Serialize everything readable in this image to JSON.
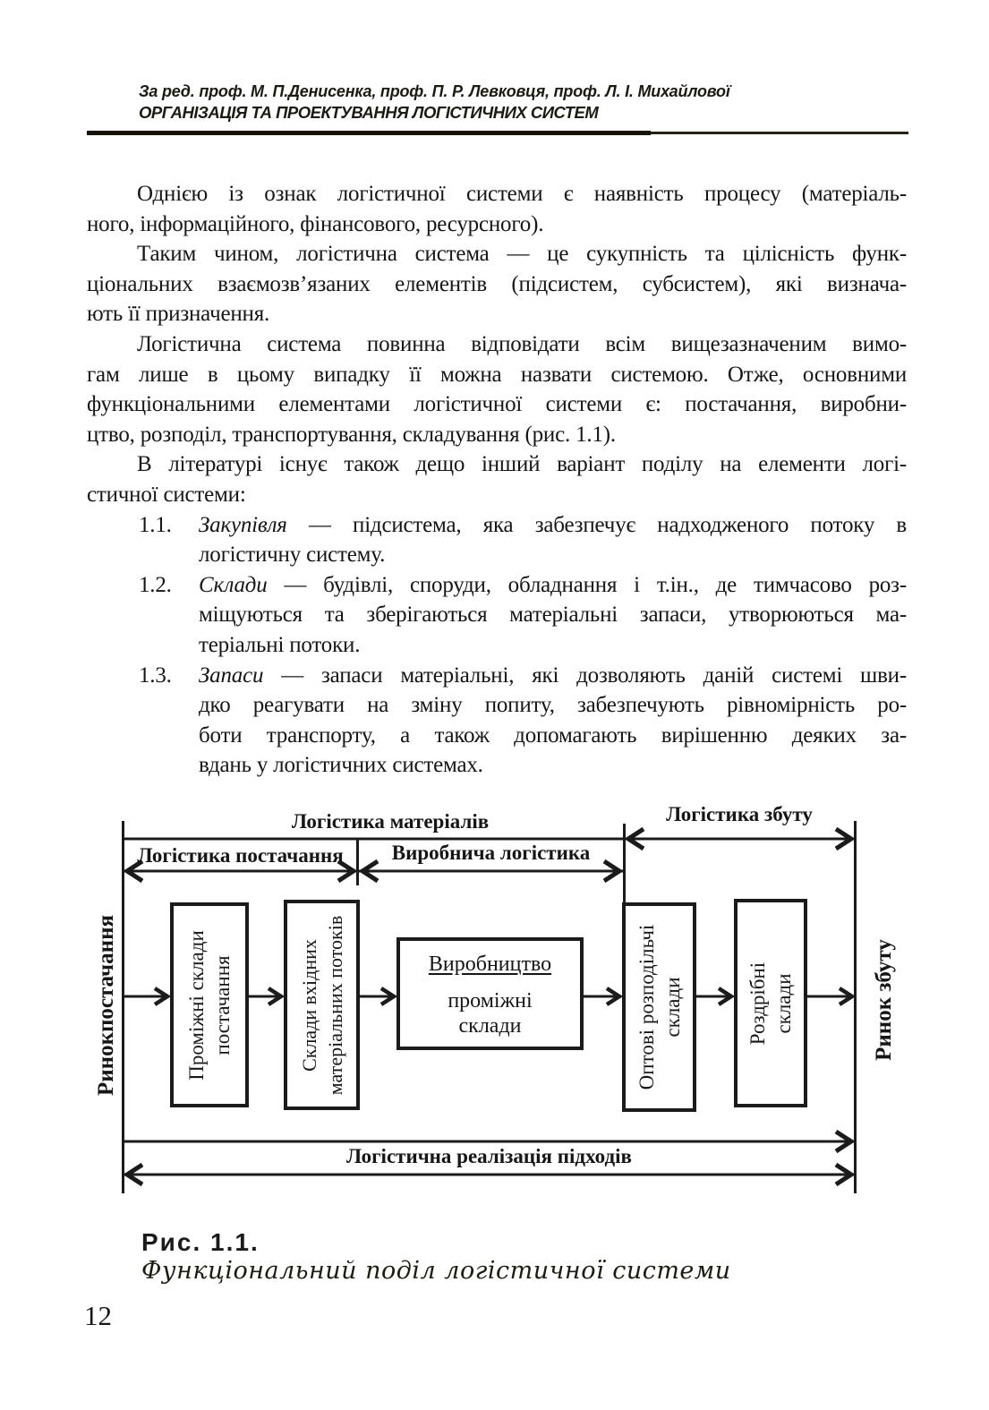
{
  "header": {
    "editors": "За ред. проф. М. П.Денисенка, проф. П. Р. Левковця, проф. Л. І. Михайлової",
    "book_title": "ОРГАНІЗАЦІЯ ТА ПРОЕКТУВАННЯ ЛОГІСТИЧНИХ СИСТЕМ"
  },
  "body": {
    "paragraphs": [
      {
        "indent": true,
        "lines": [
          "Однією із ознак логістичної системи є наявність процесу (матеріаль-",
          "ного, інформаційного, фінансового, ресурсного)."
        ]
      },
      {
        "indent": true,
        "lines": [
          "Таким чином, логістична система — це сукупність та цілісність функ-",
          "ціональних взаємозв’язаних елементів (підсистем, субсистем), які визнача-",
          "ють її призначення."
        ]
      },
      {
        "indent": true,
        "lines": [
          "Логістична система повинна відповідати всім вищезазначеним вимо-",
          "гам лише в цьому випадку її можна назвати системою. Отже, основними",
          "функціональними елементами логістичної системи є: постачання, виробни-",
          "цтво, розподіл, транспортування, складування (рис. 1.1)."
        ]
      },
      {
        "indent": true,
        "lines": [
          "В літературі існує також дещо інший варіант поділу на елементи логі-",
          "стичної системи:"
        ]
      }
    ],
    "list_items": [
      {
        "number": "1.1.",
        "term": "Закупівля",
        "first_line_rest": " — підсистема, яка забезпечує надходженого потоку в",
        "lines": [
          "логістичну систему."
        ]
      },
      {
        "number": "1.2.",
        "term": "Склади",
        "first_line_rest": " — будівлі, споруди, обладнання і т.ін., де тимчасово роз-",
        "lines": [
          "міщуються та зберігаються матеріальні запаси, утворюються ма-",
          "теріальні потоки."
        ]
      },
      {
        "number": "1.3.",
        "term": "Запаси",
        "first_line_rest": " — запаси матеріальні, які дозволяють даній системі шви-",
        "lines": [
          "дко реагувати на зміну попиту, забезпечують рівномірність ро-",
          "боти транспорту, а також допомагають вирішенню деяких за-",
          "вдань у логістичних системах."
        ]
      }
    ]
  },
  "diagram": {
    "span_labels": {
      "materials": "Логістика матеріалів",
      "sales": "Логістика збуту",
      "supply": "Логістика постачання",
      "production": "Виробнича логістика",
      "bottom": "Логістична реалізація підходів"
    },
    "axes": {
      "left": "Ринокпостачання",
      "right": "Ринок збуту"
    },
    "boxes": {
      "supply_warehouses": {
        "line1": "Проміжні склади",
        "line2": "постачання"
      },
      "input_flow_warehouses": {
        "line1": "Склади вхідних",
        "line2": "матеріальних потоків"
      },
      "production": {
        "title": "Виробництво",
        "line1": "проміжні",
        "line2": "склади"
      },
      "wholesale_warehouses": {
        "line1": "Оптові розподільчі",
        "line2": "склади"
      },
      "retail_warehouses": {
        "line1": "Роздрібні",
        "line2": "склади"
      }
    }
  },
  "caption": {
    "figure": "Рис. 1.1.",
    "title": "Функціональний поділ логістичної системи"
  },
  "page_number": "12"
}
